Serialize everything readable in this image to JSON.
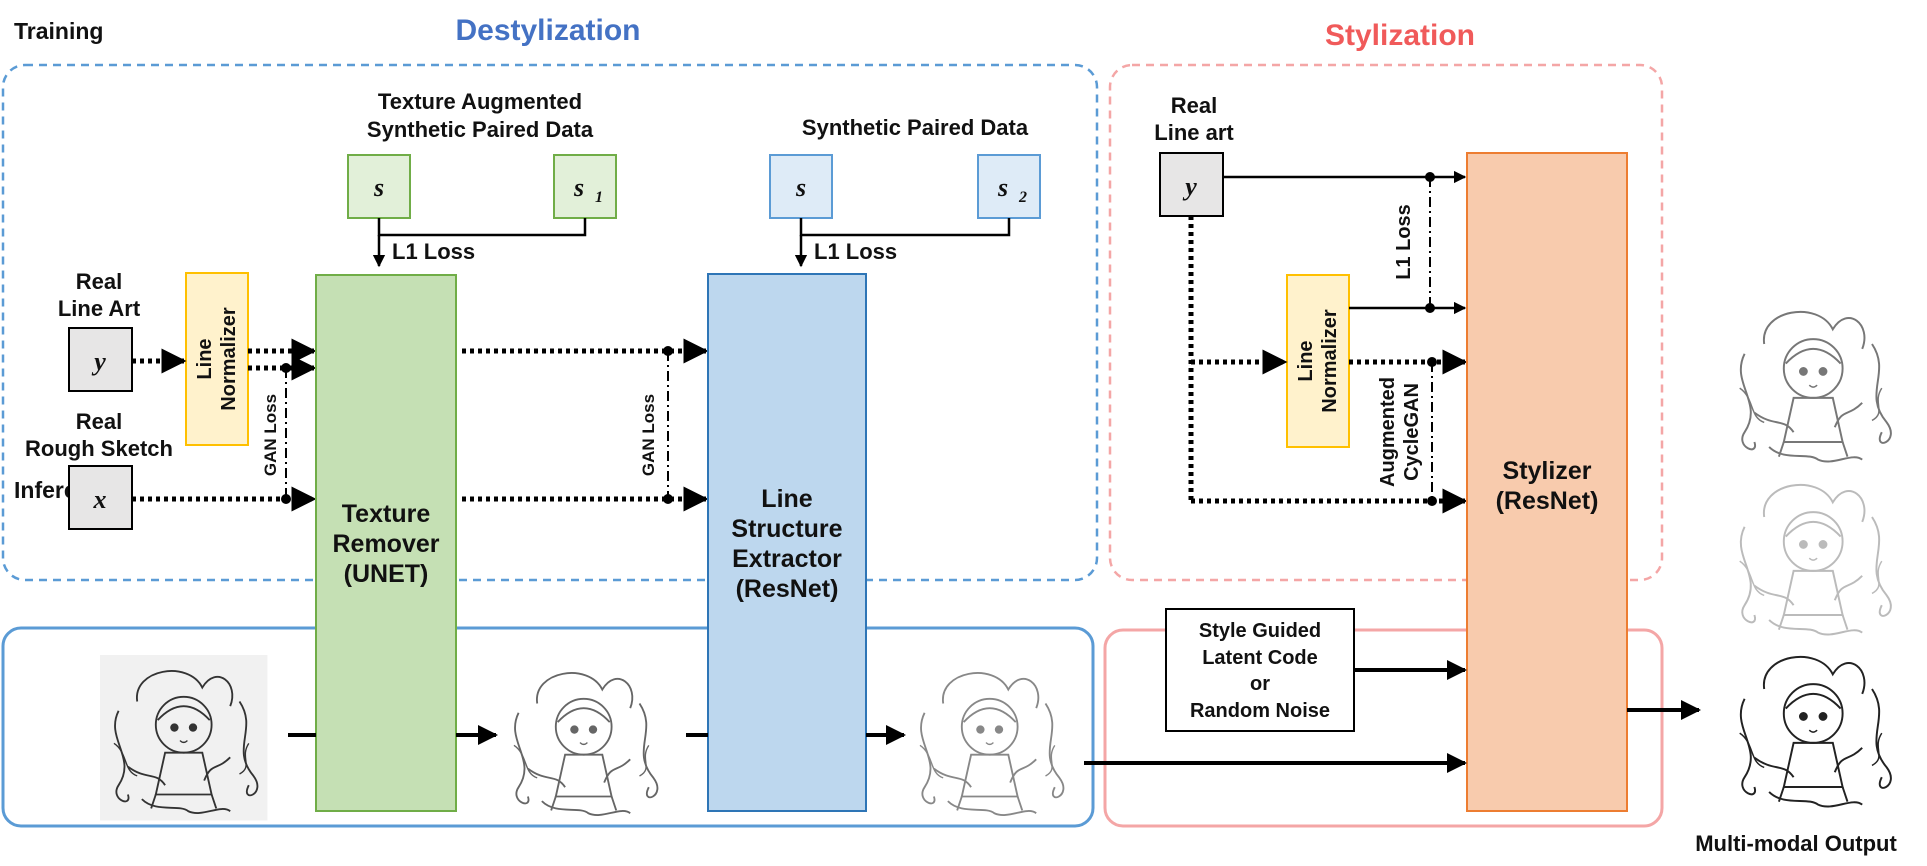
{
  "sections": {
    "training": "Training",
    "inference": "Inference",
    "destylization": "Destylization",
    "stylization": "Stylization"
  },
  "colors": {
    "destylization_title": "#4472C4",
    "stylization_title": "#F05A5A",
    "dest_frame": "#5B9BD5",
    "styl_frame": "#F4A6A6",
    "texture_remover_fill": "#C5E0B4",
    "texture_remover_border": "#70AD47",
    "line_extractor_fill": "#BDD7EE",
    "line_extractor_border": "#2E75B6",
    "stylizer_fill": "#F8CBAD",
    "stylizer_border": "#ED7D31",
    "normalizer_fill": "#FFF2CC",
    "normalizer_border": "#FFC000",
    "input_box_fill": "#E7E6E6"
  },
  "destylization": {
    "texture_data_title": [
      "Texture Augmented",
      "Synthetic Paired Data"
    ],
    "synthetic_data_title": "Synthetic Paired Data",
    "l1_loss": "L1 Loss",
    "gan_loss": "GAN Loss",
    "real_line_art": [
      "Real",
      "Line Art"
    ],
    "real_rough_sketch": [
      "Real",
      "Rough Sketch"
    ],
    "line_normalizer": [
      "Line",
      "Normalizer"
    ],
    "texture_remover": [
      "Texture",
      "Remover",
      "(UNET)"
    ],
    "line_extractor": [
      "Line",
      "Structure",
      "Extractor",
      "(ResNet)"
    ],
    "vars": {
      "y": "y",
      "x": "x",
      "s": "s",
      "s1": "s",
      "s1_sub": "1",
      "s2": "s",
      "s2_sub": "2"
    }
  },
  "stylization": {
    "real_line_art": [
      "Real",
      "Line art"
    ],
    "line_normalizer": [
      "Line",
      "Normalizer"
    ],
    "l1_loss": "L1 Loss",
    "augmented_cyclegan": [
      "Augmented",
      "CycleGAN"
    ],
    "stylizer": [
      "Stylizer",
      "(ResNet)"
    ],
    "style_code": [
      "Style Guided",
      "Latent Code",
      "or",
      "Random Noise"
    ],
    "var_y": "y"
  },
  "output": {
    "label": "Multi-modal Output"
  },
  "illustrations": {
    "inference_input": "rough-sketch-character",
    "inference_mid": "texture-removed-character",
    "inference_out": "line-structure-character",
    "outputs": [
      "output-style-1",
      "output-style-2",
      "output-style-3"
    ]
  }
}
